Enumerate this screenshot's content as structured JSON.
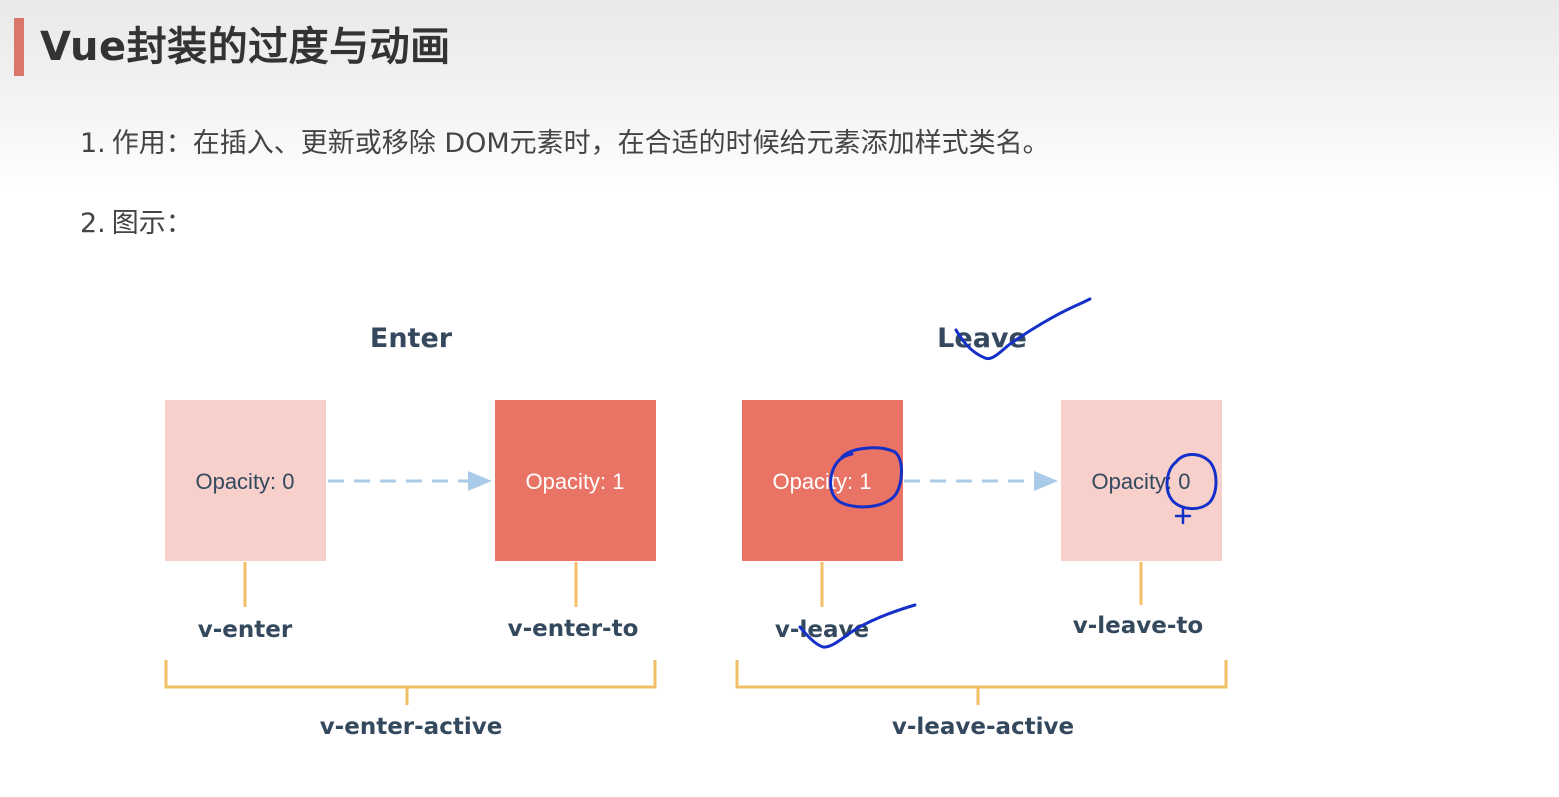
{
  "title": "Vue封装的过度与动画",
  "list": [
    {
      "num": "1.",
      "text": "作用：在插入、更新或移除 DOM元素时，在合适的时候给元素添加样式类名。"
    },
    {
      "num": "2.",
      "text": "图示："
    }
  ],
  "diagram": {
    "enter": {
      "heading": "Enter",
      "from_box": "Opacity: 0",
      "to_box": "Opacity: 1",
      "from_class": "v-enter",
      "to_class": "v-enter-to",
      "active_class": "v-enter-active"
    },
    "leave": {
      "heading": "Leave",
      "from_box": "Opacity: 1",
      "to_box": "Opacity: 0",
      "from_class": "v-leave",
      "to_class": "v-leave-to",
      "active_class": "v-leave-active"
    }
  },
  "colors": {
    "accent_bar": "#d9786a",
    "box_light": "#f7d0cb",
    "box_dark": "#e97364",
    "arrow": "#a9cbe8",
    "bracket": "#f2bf67",
    "label": "#34495e",
    "annotation": "#1430c8"
  }
}
